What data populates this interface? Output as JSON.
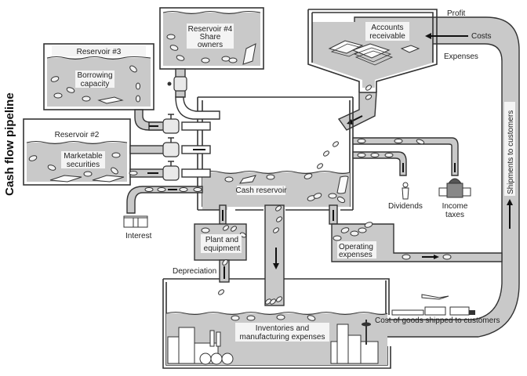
{
  "diagram": {
    "title": "Cash flow pipeline",
    "reservoirs": {
      "reservoir_3": {
        "name": "Reservoir #3",
        "content": [
          "Borrowing",
          "capacity"
        ]
      },
      "reservoir_4": {
        "name": "Reservoir #4",
        "content": [
          "Share",
          "owners"
        ]
      },
      "reservoir_2": {
        "name": "Reservoir #2",
        "content": [
          "Marketable",
          "securities"
        ]
      },
      "accounts_receivable": {
        "content": [
          "Accounts",
          "receivable"
        ]
      },
      "cash_reservoir": {
        "content": "Cash reservoir"
      },
      "plant_equipment": {
        "content": [
          "Plant and",
          "equipment"
        ]
      },
      "operating_expenses": {
        "content": [
          "Operating",
          "expenses"
        ]
      },
      "inventories": {
        "content": [
          "Inventories and",
          "manufacturing expenses"
        ]
      }
    },
    "flow_labels": {
      "profit": "Profit",
      "costs": "Costs",
      "expenses": "Expenses",
      "shipments": "Shipments to customers",
      "dividends": "Dividends",
      "income_taxes": [
        "Income",
        "taxes"
      ],
      "interest": "Interest",
      "depreciation": "Depreciation",
      "cost_of_goods": "Cost of goods shipped to customers"
    }
  }
}
